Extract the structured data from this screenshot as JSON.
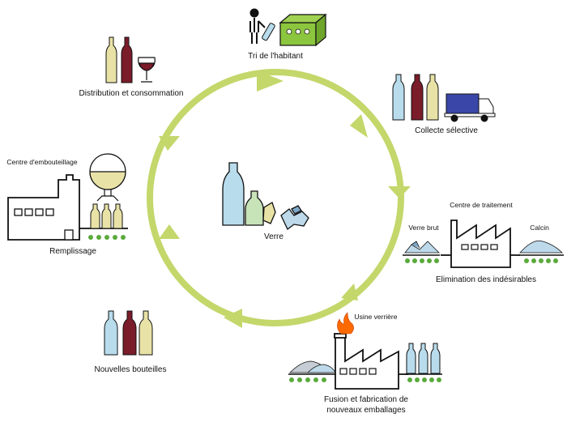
{
  "center": {
    "label": "Verre"
  },
  "stages": {
    "tri": "Tri de l'habitant",
    "collecte": "Collecte sélective",
    "elimination": "Elimination des indésirables",
    "fusion": "Fusion et fabrication de nouveaux emballages",
    "bouteilles": "Nouvelles bouteilles",
    "remplissage": "Remplissage",
    "distribution": "Distribution et consommation"
  },
  "sublabels": {
    "centre_traitement": "Centre de traitement",
    "verre_brut": "Verre brut",
    "calcin": "Calcin",
    "usine_verriere": "Usine verrière",
    "centre_embouteillage": "Centre d'embouteillage"
  },
  "colors": {
    "cycle": "#c3d76b",
    "bottle_blue": "#b8dcec",
    "bottle_red": "#7a1c2a",
    "bottle_yellow": "#e9e2a6",
    "bin_green": "#8cc63f",
    "truck_blue": "#3a47a8",
    "dots_green": "#5aaa3c",
    "glass_pile": "#bdd9ea",
    "flame": "#ff6a00"
  }
}
